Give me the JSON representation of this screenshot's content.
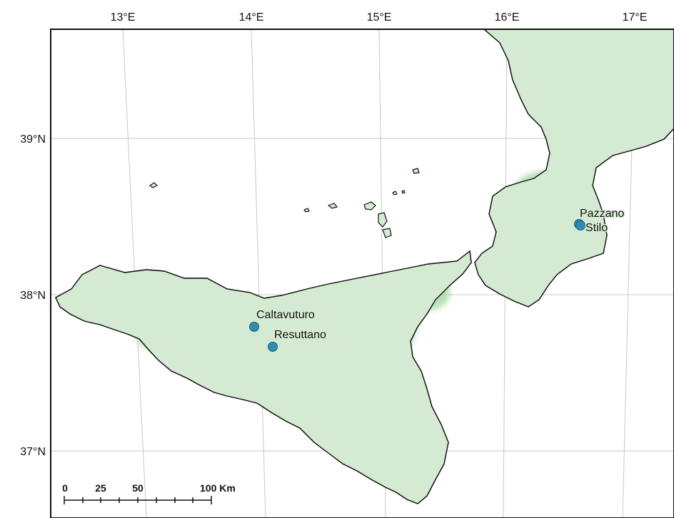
{
  "map": {
    "longitude_labels": [
      "13°E",
      "14°E",
      "15°E",
      "16°E",
      "17°E"
    ],
    "latitude_labels": [
      "39°N",
      "38°N",
      "37°N"
    ],
    "sites": [
      {
        "name": "Caltavuturo",
        "color": "#2b8fb3"
      },
      {
        "name": "Resuttano",
        "color": "#2b8fb3"
      },
      {
        "name": "Pazzano",
        "color": "#2b8fb3"
      },
      {
        "name": "Stilo",
        "color": "#2b8fb3"
      }
    ],
    "scale_bar": {
      "labels": [
        "0",
        "25",
        "50",
        "100 Km"
      ]
    },
    "colors": {
      "land_low": "#d4ead2",
      "land_mid": "#9fd39f",
      "land_high": "#4cae64",
      "sea": "#ffffff",
      "graticule": "#c8c8c8",
      "marker": "#2b8fb3"
    }
  }
}
